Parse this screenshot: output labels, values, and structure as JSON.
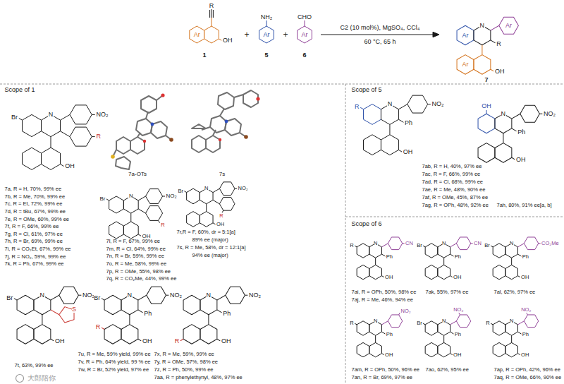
{
  "diagram": {
    "labels": [
      "R",
      "OH",
      "Ar",
      "+",
      "NH₂",
      "Ar",
      "+",
      "CHO",
      "Ar",
      "C2 (10 mol%), MgSO₄, CCl₄",
      "60 °C, 65 h",
      "1",
      "5",
      "6",
      "N",
      "Ar",
      "Ar",
      "R",
      "OH",
      "Ar",
      "7",
      "Scope of 1",
      "Br",
      "N",
      "NO₂",
      "R",
      "OH",
      "7a-OTs",
      "7s",
      "7a, R = H, 70%, 99% ee",
      "7b, R = Me, 70%, 99% ee",
      "7c, R = Et, 72%, 99% ee",
      "7d, R = tBu, 67%, 99% ee",
      "7e, R = OMe, 60%, 99% ee",
      "7f, R = F, 66%, 99% ee",
      "7g, R = Cl, 61%, 97% ee",
      "7h, R = Br, 69%, 99% ee",
      "7i, R = CO₂Et, 67%, 99% ee",
      "7j, R = NO₂, 59%, 99% ee",
      "7k, R = Ph, 67%, 99% ee",
      "Br",
      "N",
      "NO₂",
      "R",
      "OH",
      "7l, R = F, 67%, 99% ee",
      "7m, R = Cl, 64%, 99% ee",
      "7n, R = Br, 59%, 99% ee",
      "7o, R = Me, 58%, 99% ee",
      "7p, R = OMe, 55%, 98% ee",
      "7q, R = CO₂Me, 44%, 99% ee",
      "Br",
      "N",
      "NO₂",
      "R",
      "OH",
      "7r,R = F, 60%, dr = 5:1[a]",
      "89% ee (major)",
      "7s, R = Me, 58%, dr = 12:1[a]",
      "94% ee (major)",
      "Br",
      "N",
      "NO₂",
      "S",
      "OH",
      "7t, 63%, 99% ee",
      "Br",
      "N",
      "NO₂",
      "Ph",
      "R",
      "OH",
      "7u, R = Me, 59% yield, 99% ee",
      "7v, R = Ph, 64% yield, 99 % ee",
      "7w, R = Br, 52% yield, 97% ee",
      "N",
      "NO₂",
      "Ph",
      "R",
      "OH",
      "7x, R = Me, 59%, 99% ee",
      "7y, R = OMe, 57%, 98% ee",
      "7z, R = Ph, 50%, 99% ee",
      "7aa, R = phenylethynyl, 48%, 97% ee",
      "Scope of 5",
      "R",
      "N",
      "NO₂",
      "Ph",
      "OH",
      "7ab, R = H, 40%, 97% ee",
      "7ac, R = F, 66%, 99% ee",
      "7ad, R = Cl, 68%, 99% ee",
      "7ae, R = Me, 48%, 90% ee",
      "7af, R = OMe, 45%, 87% ee",
      "7ag, R = OPh, 48%, 92% ee",
      "OH",
      "N",
      "NO₂",
      "Ph",
      "OH",
      "7ah, 80%, 91% ee[a, b]",
      "Scope of 6",
      "R",
      "N",
      "CN",
      "Ph",
      "OH",
      "7ai, R = OPh, 50%, 98% ee",
      "7aj, R = Me, 46%, 94% ee",
      "Br",
      "N",
      "CN",
      "Ph",
      "OH",
      "7ak, 55%, 97% ee",
      "Br",
      "N",
      "CO₂Me",
      "Ph",
      "OH",
      "7al, 62%, 97% ee",
      "R",
      "N",
      "NO₂",
      "Ph",
      "OH",
      "7am, R = OPh, 50%, 96% ee",
      "7an, R = Br, 69%, 97% ee",
      "Br",
      "N",
      "NO₂",
      "Ph",
      "OH",
      "7ao, 62%, 95% ee",
      "R",
      "N",
      "NO₂",
      "Ph",
      "OH",
      "7ap, R = OPh, 42%, 96% ee",
      "7aq, R = OMe, 66%, 90% ee",
      "大郎陪你"
    ]
  }
}
